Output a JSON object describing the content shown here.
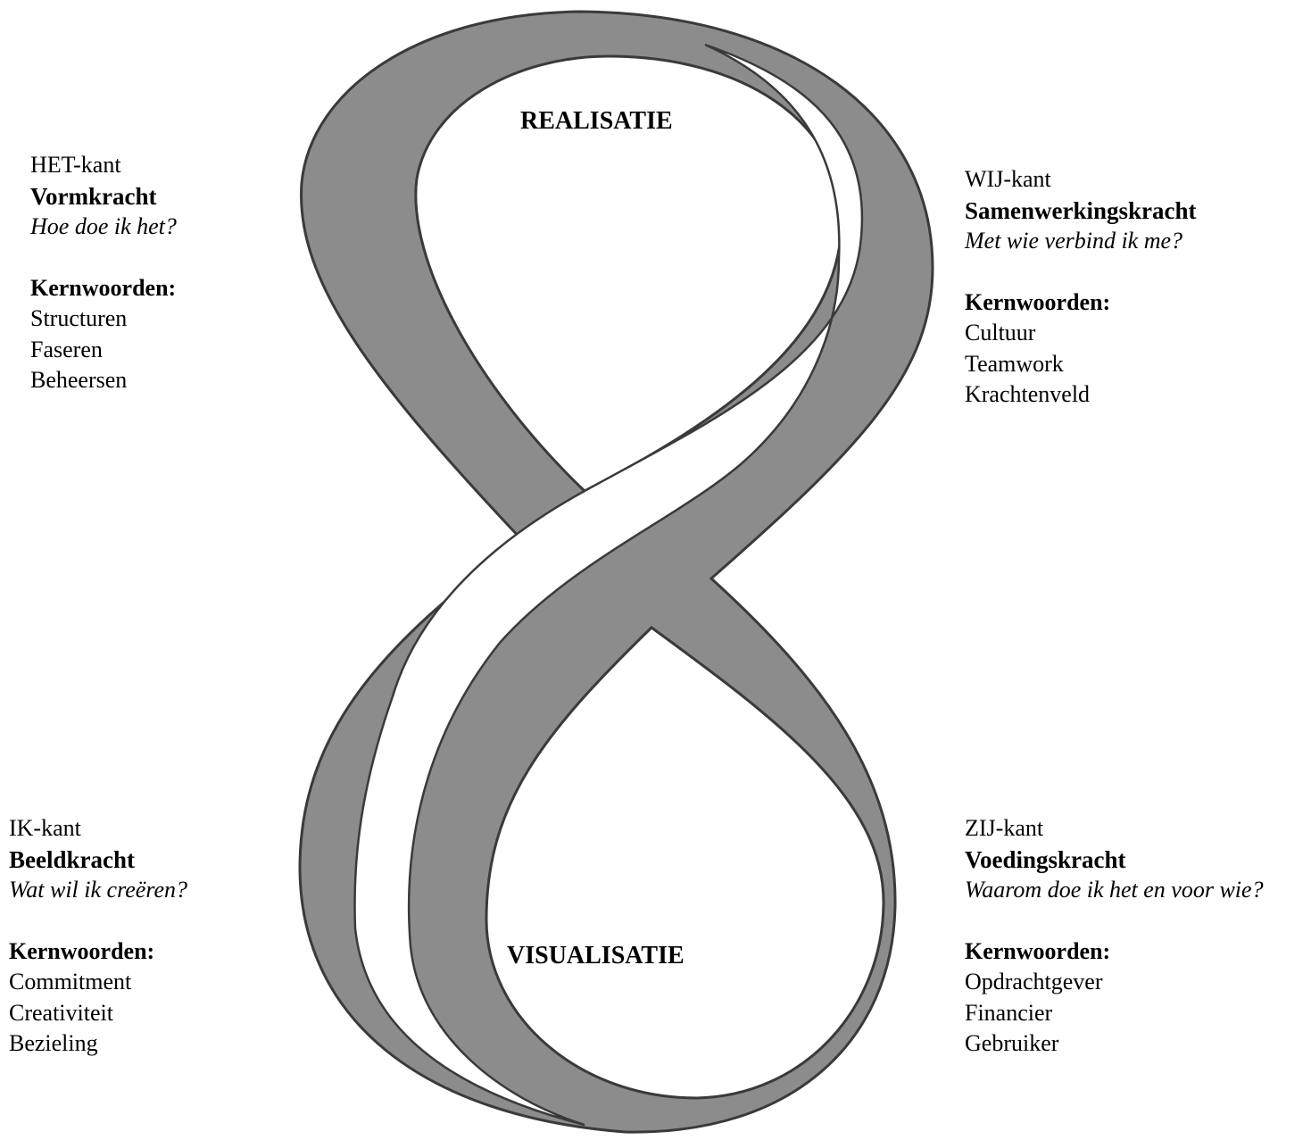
{
  "colors": {
    "figure_fill": "#8c8c8c",
    "figure_edge": "#3a3a3a",
    "text": "#000000",
    "background": "#ffffff"
  },
  "top_loop_label": "REALISATIE",
  "bottom_loop_label": "VISUALISATIE",
  "quadrants": {
    "het": {
      "side": "HET-kant",
      "force": "Vormkracht",
      "question": "Hoe doe ik het?",
      "keywords_heading": "Kernwoorden:",
      "keywords": [
        "Structuren",
        "Faseren",
        "Beheersen"
      ]
    },
    "wij": {
      "side": "WIJ-kant",
      "force": "Samenwerkingskracht",
      "question": "Met wie verbind ik me?",
      "keywords_heading": "Kernwoorden:",
      "keywords": [
        "Cultuur",
        "Teamwork",
        "Krachtenveld"
      ]
    },
    "ik": {
      "side": "IK-kant",
      "force": "Beeldkracht",
      "question": "Wat wil ik creëren?",
      "keywords_heading": "Kernwoorden:",
      "keywords": [
        "Commitment",
        "Creativiteit",
        "Bezieling"
      ]
    },
    "zij": {
      "side": "ZIJ-kant",
      "force": "Voedingskracht",
      "question": "Waarom doe ik het en voor wie?",
      "keywords_heading": "Kernwoorden:",
      "keywords": [
        "Opdrachtgever",
        "Financier",
        "Gebruiker"
      ]
    }
  }
}
